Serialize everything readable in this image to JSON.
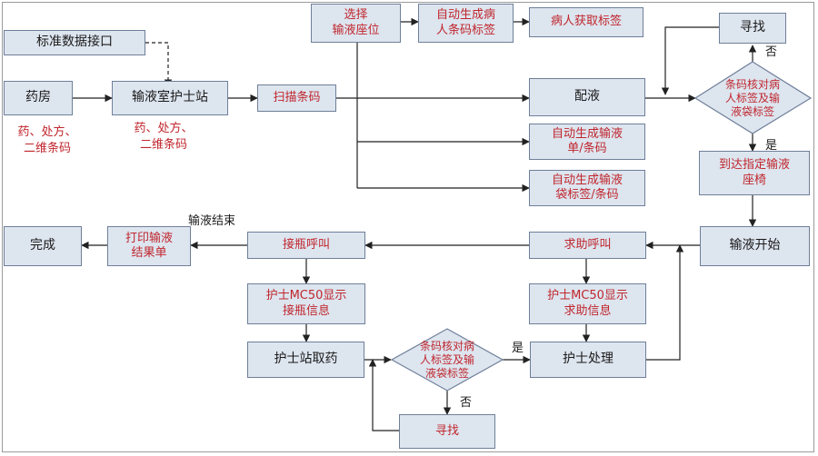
{
  "nodes": {
    "std_interface": "标准数据接口",
    "pharmacy": "药房",
    "nurse_station": "输液室护士站",
    "scan_barcode": "扫描条码",
    "select_seat": "选择\n输液座位",
    "gen_patient_label": "自动生成病\n人条码标签",
    "patient_get_label": "病人获取标签",
    "search_top": "寻找",
    "dispense": "配液",
    "gen_infusion_sheet": "自动生成输液\n单/条码",
    "gen_bag_label": "自动生成输液\n袋标签/条码",
    "arrive_seat": "到达指定输液\n座椅",
    "infusion_start": "输液开始",
    "help_call": "求助呼叫",
    "nurse_mc50_help": "护士MC50显示\n求助信息",
    "nurse_handle": "护士处理",
    "refill_call": "接瓶呼叫",
    "nurse_mc50_refill": "护士MC50显示\n接瓶信息",
    "nurse_get_drug": "护士站取药",
    "search_bottom": "寻找",
    "print_result": "打印输液\n结果单",
    "done": "完成"
  },
  "decisions": {
    "check_top": "条码核对病\n人标签及输\n液袋标签",
    "check_bottom": "条码核对病\n人标签及输\n液袋标签"
  },
  "notes": {
    "pharmacy_note": "药、处方、\n二维条码",
    "station_note": "药、处方、\n二维条码"
  },
  "labels": {
    "no_top": "否",
    "yes_top": "是",
    "yes_bottom": "是",
    "no_bottom": "否",
    "infusion_end": "输液结束"
  }
}
